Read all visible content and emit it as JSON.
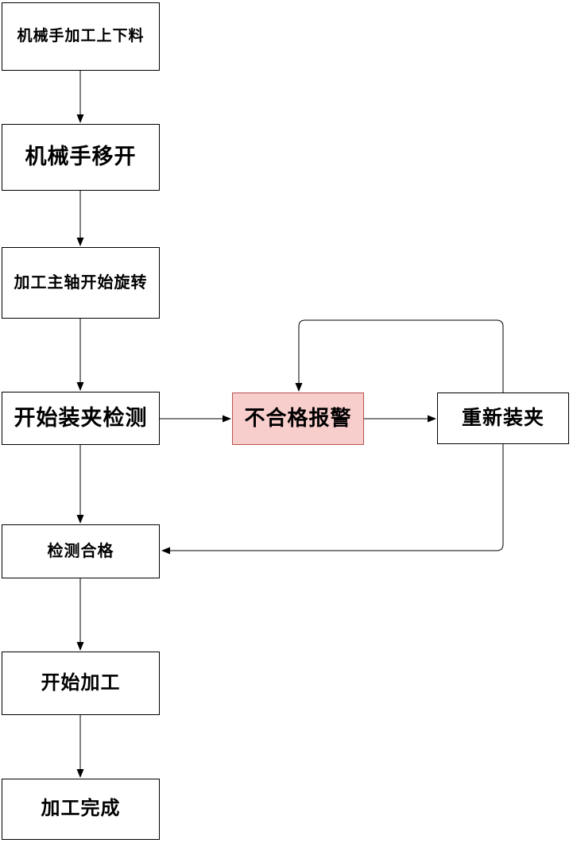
{
  "diagram": {
    "type": "flowchart",
    "background_color": "#ffffff",
    "line_color": "#000000",
    "alarm_fill_color": "#f8cecc",
    "alarm_border_color": "#b85450",
    "nodes": [
      {
        "id": "load",
        "label": "机械手加工上下料",
        "fill": "#ffffff",
        "border": "#000000"
      },
      {
        "id": "move-away",
        "label": "机械手移开",
        "fill": "#ffffff",
        "border": "#000000"
      },
      {
        "id": "spindle-rotate",
        "label": "加工主轴开始旋转",
        "fill": "#ffffff",
        "border": "#000000"
      },
      {
        "id": "clamp-check",
        "label": "开始装夹检测",
        "fill": "#ffffff",
        "border": "#000000"
      },
      {
        "id": "fail-alarm",
        "label": "不合格报警",
        "fill": "#f8cecc",
        "border": "#b85450"
      },
      {
        "id": "reclamp",
        "label": "重新装夹",
        "fill": "#ffffff",
        "border": "#000000"
      },
      {
        "id": "check-pass",
        "label": "检测合格",
        "fill": "#ffffff",
        "border": "#000000"
      },
      {
        "id": "start-machining",
        "label": "开始加工",
        "fill": "#ffffff",
        "border": "#000000"
      },
      {
        "id": "machining-done",
        "label": "加工完成",
        "fill": "#ffffff",
        "border": "#000000"
      }
    ],
    "edges": [
      {
        "from": "load",
        "to": "move-away",
        "direction": "down"
      },
      {
        "from": "move-away",
        "to": "spindle-rotate",
        "direction": "down"
      },
      {
        "from": "spindle-rotate",
        "to": "clamp-check",
        "direction": "down"
      },
      {
        "from": "clamp-check",
        "to": "fail-alarm",
        "direction": "right"
      },
      {
        "from": "fail-alarm",
        "to": "reclamp",
        "direction": "right"
      },
      {
        "from": "reclamp",
        "to": "fail-alarm",
        "direction": "loop-up-left-down"
      },
      {
        "from": "reclamp",
        "to": "check-pass",
        "direction": "down-left"
      },
      {
        "from": "clamp-check",
        "to": "check-pass",
        "direction": "down"
      },
      {
        "from": "check-pass",
        "to": "start-machining",
        "direction": "down"
      },
      {
        "from": "start-machining",
        "to": "machining-done",
        "direction": "down"
      }
    ]
  }
}
